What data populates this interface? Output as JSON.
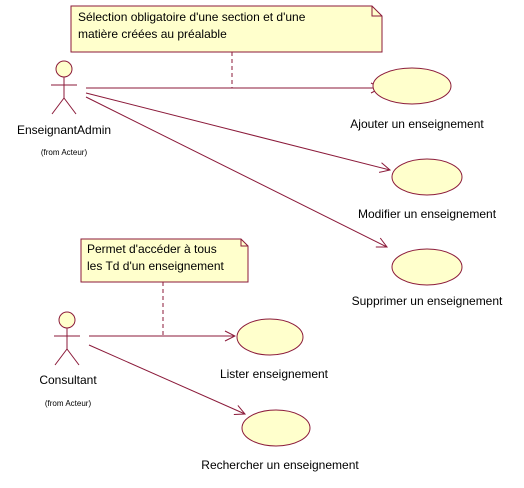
{
  "colors": {
    "stroke": "#8b1a3a",
    "fill": "#ffffcc",
    "text": "#000000",
    "background": "#ffffff"
  },
  "actors": {
    "admin": {
      "name": "EnseignantAdmin",
      "origin": "(from Acteur)"
    },
    "consultant": {
      "name": "Consultant",
      "origin": "(from Acteur)"
    }
  },
  "use_cases": {
    "ajouter": "Ajouter un enseignement",
    "modifier": "Modifier un enseignement",
    "supprimer": "Supprimer un enseignement",
    "lister": "Lister enseignement",
    "rechercher": "Rechercher un enseignement"
  },
  "notes": {
    "admin_note": {
      "line1": "Sélection obligatoire d'une section et d'une",
      "line2": "matière créées au préalable"
    },
    "consultant_note": {
      "line1": "Permet d'accéder à tous",
      "line2": "les Td d'un enseignement"
    }
  }
}
